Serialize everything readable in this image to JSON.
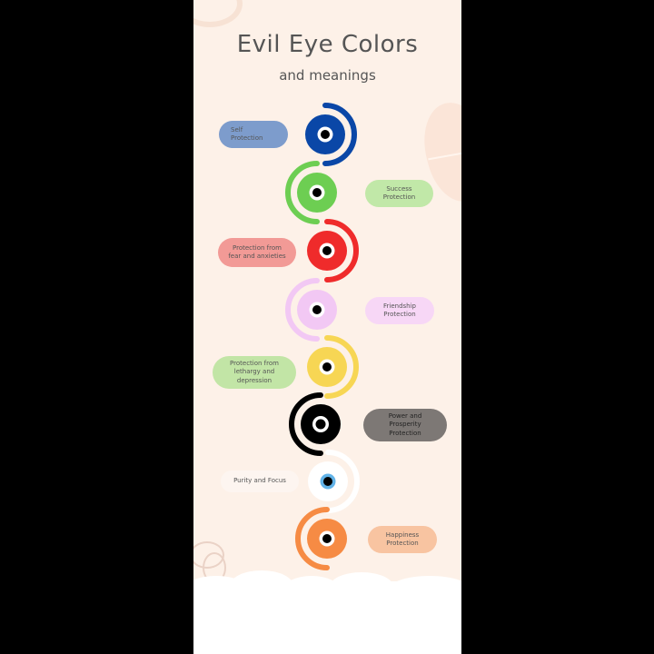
{
  "header": {
    "title": "Evil Eye Colors",
    "subtitle": "and meanings"
  },
  "colors": {
    "background": "#fdf1e8",
    "title_text": "#555555",
    "pupil": "#000000",
    "ring": "#ffffff"
  },
  "eyes": [
    {
      "color_name": "Dark Blue",
      "eye_color": "#0a47a7",
      "label_bg": "#7d9ccc",
      "meaning": "Self Protection",
      "arc_side": "right"
    },
    {
      "color_name": "Green",
      "eye_color": "#6dce52",
      "label_bg": "#c1e8a8",
      "meaning": "Success Protection",
      "arc_side": "left"
    },
    {
      "color_name": "Red",
      "eye_color": "#ef2b2b",
      "label_bg": "#f29a96",
      "meaning": "Protection from fear and anxieties",
      "arc_side": "right"
    },
    {
      "color_name": "Pink",
      "eye_color": "#f2c8f4",
      "label_bg": "#f7d7f6",
      "meaning": "Friendship Protection",
      "arc_side": "left"
    },
    {
      "color_name": "Yellow",
      "eye_color": "#f7d654",
      "label_bg": "#c2e5a6",
      "meaning": "Protection from lethargy and depression",
      "arc_side": "right"
    },
    {
      "color_name": "Black",
      "eye_color": "#000000",
      "label_bg": "#7d7875",
      "meaning": "Power and Prosperity Protection",
      "arc_side": "left"
    },
    {
      "color_name": "White",
      "eye_color": "#ffffff",
      "label_bg": "#fdf5f0",
      "meaning": "Purity and Focus",
      "arc_side": "right",
      "iris_color": "#62b3e8"
    },
    {
      "color_name": "Orange",
      "eye_color": "#f68b44",
      "label_bg": "#f8c4a1",
      "meaning": "Happiness Protection",
      "arc_side": "left"
    }
  ],
  "labels": {
    "blue": [
      "Self",
      "Protection"
    ],
    "green": [
      "Success",
      "Protection"
    ],
    "red": [
      "Protection from",
      "fear and anxieties"
    ],
    "pink": [
      "Friendship",
      "Protection"
    ],
    "yellow": [
      "Protection from",
      "lethargy and",
      "depression"
    ],
    "black": [
      "Power and",
      "Prosperity",
      "Protection"
    ],
    "white": [
      "Purity and Focus"
    ],
    "orange": [
      "Happiness",
      "Protection"
    ]
  }
}
